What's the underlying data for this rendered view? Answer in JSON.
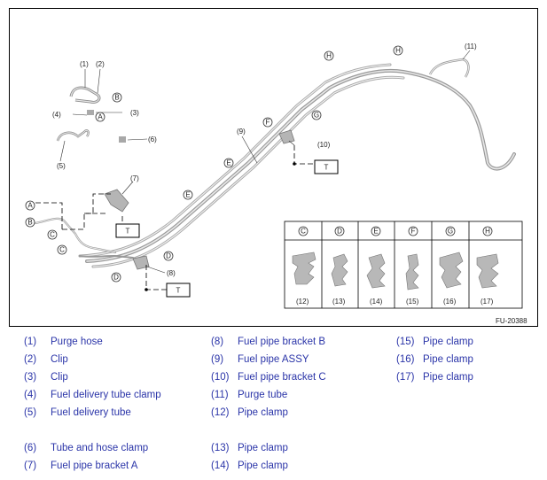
{
  "figure_code": "FU-20388",
  "terminal_label": "T",
  "callouts": [
    "(1)",
    "(2)",
    "(3)",
    "(4)",
    "(5)",
    "(6)",
    "(7)",
    "(8)",
    "(9)",
    "(10)",
    "(11)"
  ],
  "circle_letters": {
    "A": "A",
    "B": "B",
    "C": "C",
    "D": "D",
    "E": "E",
    "F": "F",
    "G": "G",
    "H": "H"
  },
  "clamp_table": {
    "headers": [
      "C",
      "D",
      "E",
      "F",
      "G",
      "H"
    ],
    "numbers": [
      "(12)",
      "(13)",
      "(14)",
      "(15)",
      "(16)",
      "(17)"
    ]
  },
  "legend": [
    {
      "num": "(1)",
      "text": "Purge hose"
    },
    {
      "num": "(2)",
      "text": "Clip"
    },
    {
      "num": "(3)",
      "text": "Clip"
    },
    {
      "num": "(4)",
      "text": "Fuel delivery tube clamp"
    },
    {
      "num": "(5)",
      "text": "Fuel delivery tube"
    },
    {
      "num": "(6)",
      "text": "Tube and hose clamp"
    },
    {
      "num": "(7)",
      "text": "Fuel pipe bracket A"
    },
    {
      "num": "(8)",
      "text": "Fuel pipe bracket B"
    },
    {
      "num": "(9)",
      "text": "Fuel pipe ASSY"
    },
    {
      "num": "(10)",
      "text": "Fuel pipe bracket C"
    },
    {
      "num": "(11)",
      "text": "Purge tube"
    },
    {
      "num": "(12)",
      "text": "Pipe clamp"
    },
    {
      "num": "(13)",
      "text": "Pipe clamp"
    },
    {
      "num": "(14)",
      "text": "Pipe clamp"
    },
    {
      "num": "(15)",
      "text": "Pipe clamp"
    },
    {
      "num": "(16)",
      "text": "Pipe clamp"
    },
    {
      "num": "(17)",
      "text": "Pipe clamp"
    }
  ]
}
